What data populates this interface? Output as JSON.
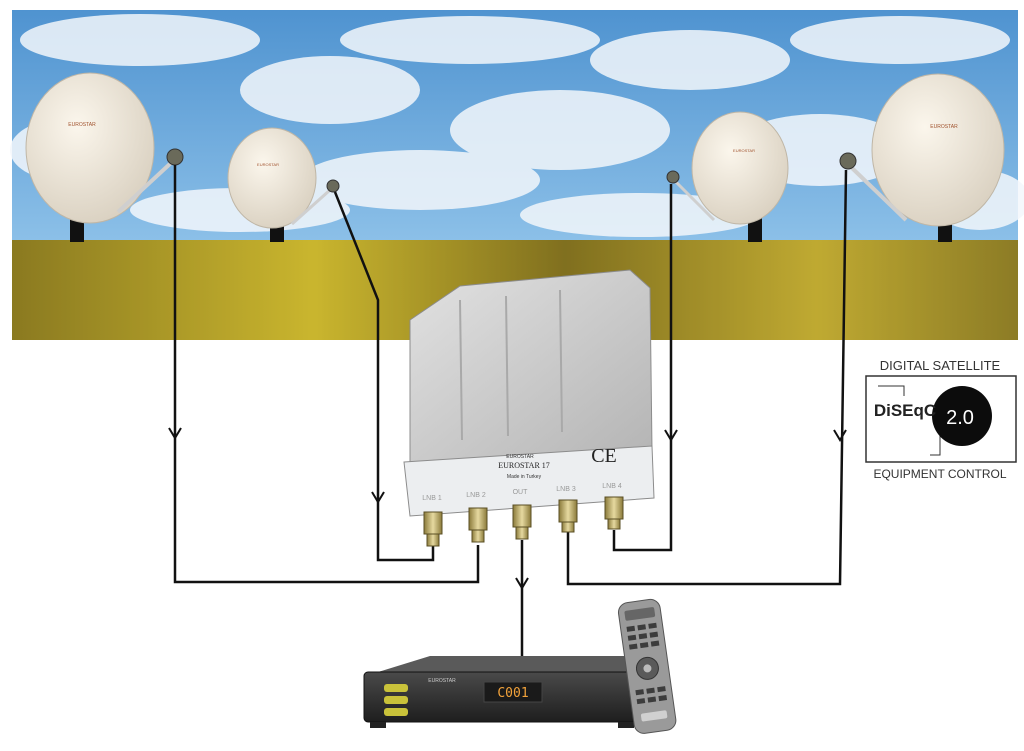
{
  "dishes": [
    {
      "id": "dish-1",
      "brand": "EUROSTAR"
    },
    {
      "id": "dish-2",
      "brand": "EUROSTAR"
    },
    {
      "id": "dish-3",
      "brand": "EUROSTAR"
    },
    {
      "id": "dish-4",
      "brand": "EUROSTAR"
    }
  ],
  "switch": {
    "brand_small": "EUROSTAR",
    "model": "EUROSTAR 17",
    "made_in": "Made in Turkey",
    "ce_mark": "CE",
    "ports": [
      "LNB 1",
      "LNB 2",
      "OUT",
      "LNB 3",
      "LNB 4"
    ]
  },
  "badge": {
    "top": "DIGITAL SATELLITE",
    "logo": "DiSEqC",
    "version": "2.0",
    "bottom": "EQUIPMENT CONTROL"
  },
  "receiver": {
    "brand": "EUROSTAR",
    "display": "C001"
  },
  "colors": {
    "sky": "#5b9fd6",
    "cloud": "#f2f6fb",
    "ground": "#a8952a",
    "switch_body": "#cfcfcf",
    "cable": "#111111"
  }
}
